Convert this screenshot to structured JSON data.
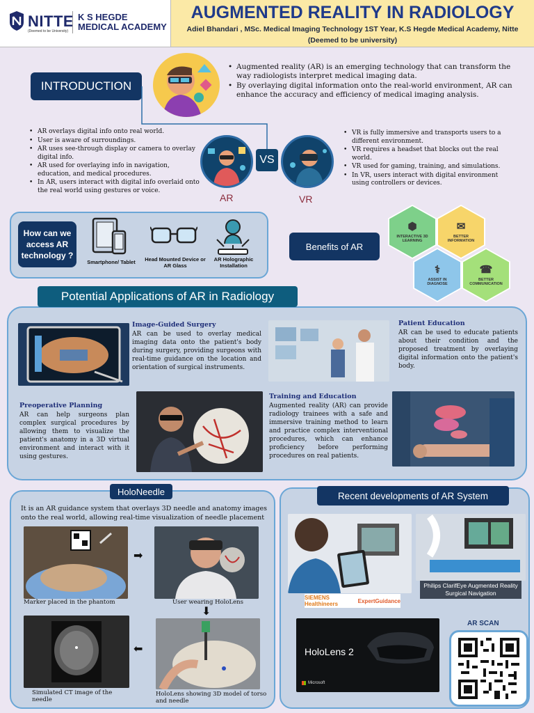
{
  "header": {
    "logo_name": "NITTE",
    "logo_tagline": "(Deemed to be University)",
    "academy": "K S HEGDE\nMEDICAL ACADEMY",
    "title": "AUGMENTED REALITY IN RADIOLOGY",
    "author_line": "Adiel Bhandari , MSc. Medical Imaging Technology 1ST Year, K.S Hegde Medical Academy, Nitte (Deemed to be university)"
  },
  "introduction": {
    "heading": "INTRODUCTION",
    "bullets": [
      "Augmented reality (AR) is an emerging technology that can transform the way radiologists interpret medical imaging data.",
      "By overlaying digital information onto the real-world environment, AR can enhance the accuracy and efficiency of medical imaging analysis."
    ]
  },
  "ar_vs_vr": {
    "ar_label": "AR",
    "vr_label": "VR",
    "vs_label": "VS",
    "ar_bullets": [
      "AR overlays digital info onto real world.",
      "User is aware of surroundings.",
      "AR uses see-through display or camera to overlay digital info.",
      "AR used for overlaying info in navigation, education, and medical procedures.",
      "In AR, users interact with digital info overlaid onto the real world using gestures or voice."
    ],
    "vr_bullets": [
      "VR is fully immersive and transports users to a different environment.",
      "VR requires a headset that blocks out the real world.",
      "VR used for gaming, training, and simulations.",
      "In VR, users interact with digital environment using controllers or devices."
    ]
  },
  "access": {
    "question": "How can we access AR technology ?",
    "devices": [
      {
        "label": "Smartphone/ Tablet",
        "icon": "tablet-icon"
      },
      {
        "label": "Head Mounted Device or AR Glass",
        "icon": "ar-glasses-icon"
      },
      {
        "label": "AR Holographic Installation",
        "icon": "hologram-icon"
      }
    ]
  },
  "benefits": {
    "heading": "Benefits of AR",
    "items": [
      {
        "label": "INTERACTIVE 3D LEARNING",
        "color": "#7ed08a"
      },
      {
        "label": "BETTER INFORMATION",
        "color": "#f7d56a"
      },
      {
        "label": "ASSIST IN DIAGNOSE",
        "color": "#8ec6ea"
      },
      {
        "label": "BETTER COMMUNICATION",
        "color": "#a4e07a"
      }
    ]
  },
  "applications": {
    "heading": "Potential Applications of AR in Radiology",
    "items": [
      {
        "title": "Image-Guided Surgery",
        "text": "AR can be used to overlay medical imaging data onto the patient's body during surgery, providing surgeons with real-time guidance on the location and orientation of surgical instruments."
      },
      {
        "title": "Patient Education",
        "text": "AR can be used to educate patients about their condition and the proposed treatment by overlaying digital information onto the patient's body."
      },
      {
        "title": "Preoperative Planning",
        "text": "AR can help surgeons plan complex surgical procedures by allowing them to visualize the patient's anatomy in a 3D virtual environment and interact with it using gestures."
      },
      {
        "title": "Training and Education",
        "text": "Augmented reality (AR) can provide radiology trainees with a safe and immersive training method to learn and practice complex interventional procedures, which can enhance proficiency before performing procedures on real patients."
      }
    ]
  },
  "holoneedle": {
    "heading": "HoloNeedle",
    "description": "It is an AR guidance system that overlays 3D needle and anatomy images onto the real world, allowing real-time visualization of needle placement",
    "captions": [
      "Marker placed in the phantom",
      "User wearing HoloLens",
      "Simulated CT image of the needle",
      "HoloLens showing 3D model of torso and needle"
    ]
  },
  "recent": {
    "heading": "Recent developments of AR System",
    "siemens_brand": "SIEMENS Healthineers",
    "siemens_product": "ExpertGuidance",
    "philips_caption": "Philips ClarifEye Augmented Reality Surgical Navigation",
    "hololens_label": "HoloLens 2",
    "microsoft_label": "Microsoft",
    "scan_label": "AR SCAN"
  }
}
